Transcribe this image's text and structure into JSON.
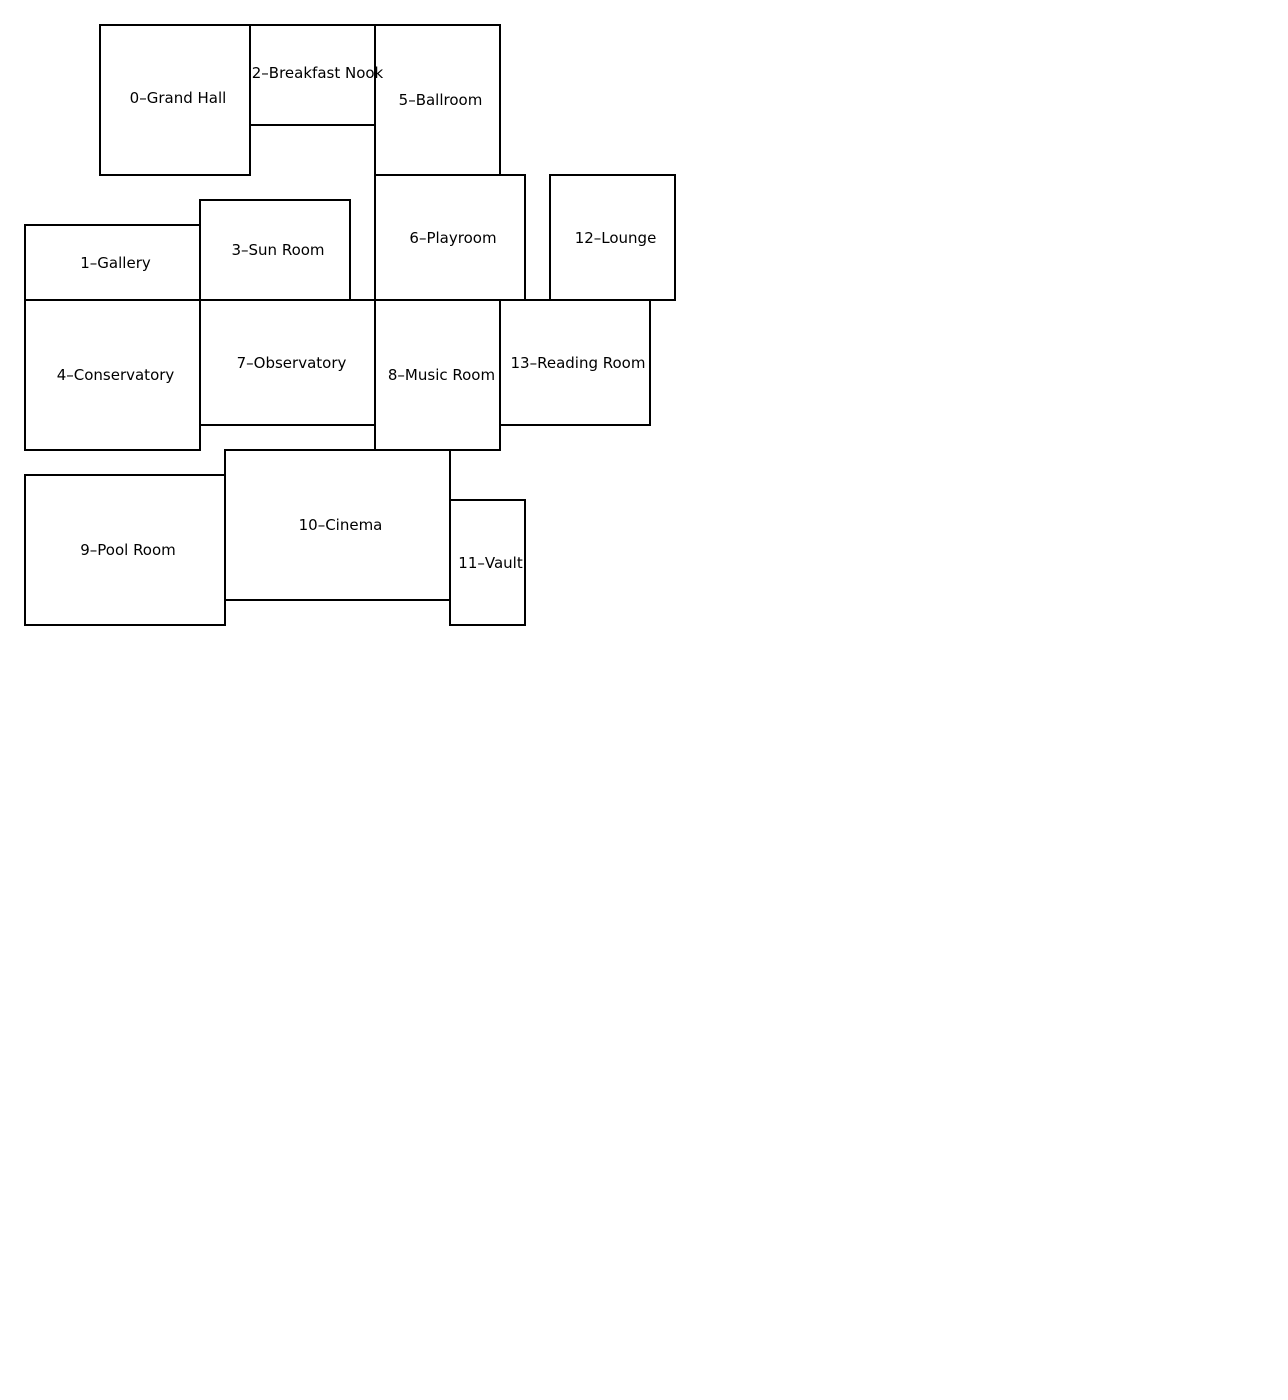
{
  "floorplan": {
    "rooms": [
      {
        "label": "0–Grand Hall"
      },
      {
        "label": "1–Gallery"
      },
      {
        "label": "2–Breakfast Nook"
      },
      {
        "label": "3–Sun Room"
      },
      {
        "label": "4–Conservatory"
      },
      {
        "label": "5–Ballroom"
      },
      {
        "label": "6–Playroom"
      },
      {
        "label": "7–Observatory"
      },
      {
        "label": "8–Music Room"
      },
      {
        "label": "9–Pool Room"
      },
      {
        "label": "10–Cinema"
      },
      {
        "label": "11–Vault"
      },
      {
        "label": "12–Lounge"
      },
      {
        "label": "13–Reading Room"
      }
    ],
    "colors": {
      "background": "#ffffff",
      "wall": "#000000",
      "text": "#000000"
    }
  }
}
